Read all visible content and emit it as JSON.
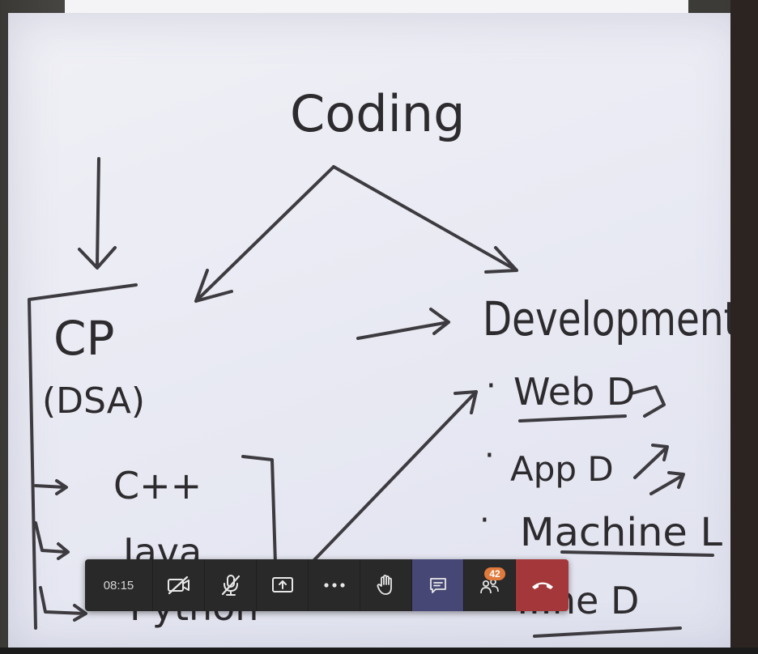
{
  "whiteboard": {
    "title": "Coding",
    "left_branch": {
      "heading": "CP",
      "subheading": "(DSA)",
      "languages": [
        "C++",
        "Java",
        "Python"
      ]
    },
    "right_branch": {
      "heading": "Development",
      "items": [
        "Web D",
        "App D",
        "Machine L",
        "...ne D"
      ]
    }
  },
  "toolbar": {
    "timer": "08:15",
    "participants_badge": "42",
    "icons": [
      "camera-off-icon",
      "mic-off-icon",
      "share-screen-icon",
      "more-icon",
      "raise-hand-icon",
      "chat-icon",
      "participants-icon",
      "hang-up-icon"
    ],
    "colors": {
      "background": "#292929",
      "chat_active": "#464775",
      "hang_up": "#a4373a",
      "badge": "#e07a3c"
    }
  }
}
